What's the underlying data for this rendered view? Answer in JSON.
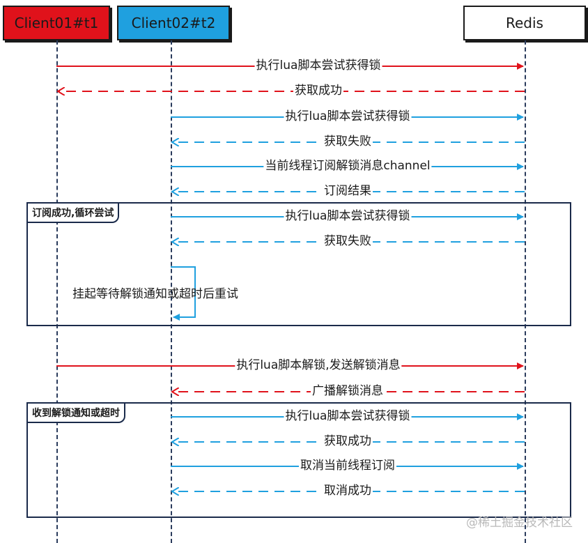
{
  "actors": {
    "client1": "Client01#t1",
    "client2": "Client02#t2",
    "redis": "Redis"
  },
  "colors": {
    "client1_accent": "#e0121b",
    "client2_accent": "#1fa0df",
    "lifeline": "#2a3b5c",
    "frame_border": "#1a2a4a"
  },
  "messages": [
    {
      "label": "执行lua脚本尝试获得锁",
      "from": "client1",
      "to": "redis",
      "style": "solid",
      "color": "red"
    },
    {
      "label": "获取成功",
      "from": "redis",
      "to": "client1",
      "style": "dashed",
      "color": "red"
    },
    {
      "label": "执行lua脚本尝试获得锁",
      "from": "client2",
      "to": "redis",
      "style": "solid",
      "color": "blue"
    },
    {
      "label": "获取失败",
      "from": "redis",
      "to": "client2",
      "style": "dashed",
      "color": "blue"
    },
    {
      "label": "当前线程订阅解锁消息channel",
      "from": "client2",
      "to": "redis",
      "style": "solid",
      "color": "blue"
    },
    {
      "label": "订阅结果",
      "from": "redis",
      "to": "client2",
      "style": "dashed",
      "color": "blue"
    },
    {
      "label": "执行lua脚本尝试获得锁",
      "from": "client2",
      "to": "redis",
      "style": "solid",
      "color": "blue"
    },
    {
      "label": "获取失败",
      "from": "redis",
      "to": "client2",
      "style": "dashed",
      "color": "blue"
    },
    {
      "label": "执行lua脚本解锁,发送解锁消息",
      "from": "client1",
      "to": "redis",
      "style": "solid",
      "color": "red"
    },
    {
      "label": "广播解锁消息",
      "from": "redis",
      "to": "client2",
      "style": "dashed",
      "color": "red"
    },
    {
      "label": "执行lua脚本尝试获得锁",
      "from": "client2",
      "to": "redis",
      "style": "solid",
      "color": "blue"
    },
    {
      "label": "获取成功",
      "from": "redis",
      "to": "client2",
      "style": "dashed",
      "color": "blue"
    },
    {
      "label": "取消当前线程订阅",
      "from": "client2",
      "to": "redis",
      "style": "solid",
      "color": "blue"
    },
    {
      "label": "取消成功",
      "from": "redis",
      "to": "client2",
      "style": "dashed",
      "color": "blue"
    }
  ],
  "frames": {
    "loop": "订阅成功,循环尝试",
    "received": "收到解锁通知或超时"
  },
  "self_note": "挂起等待解锁通知或超时后重试",
  "watermark": "@稀土掘金技术社区"
}
